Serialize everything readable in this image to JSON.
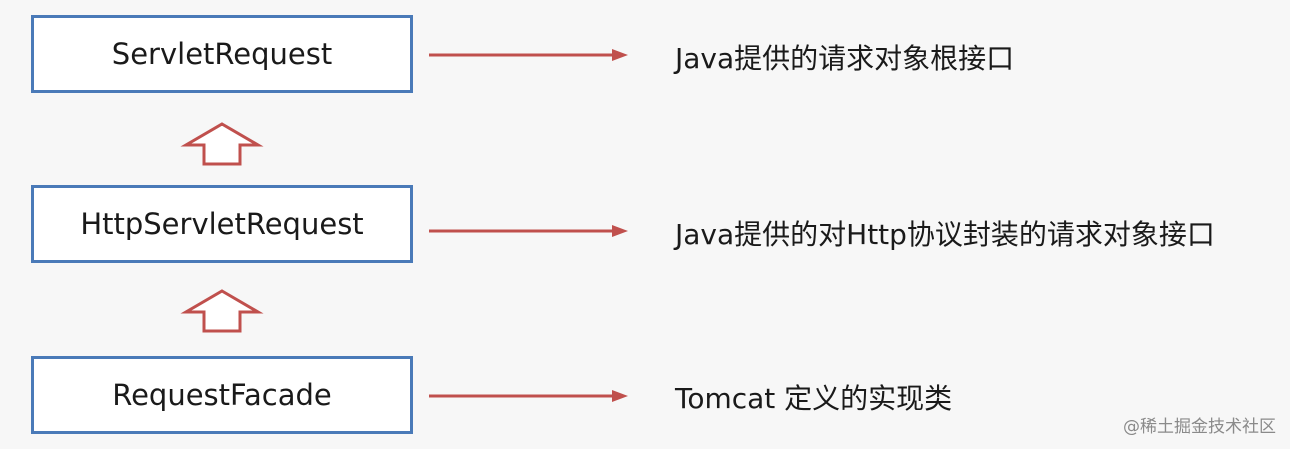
{
  "classes": [
    {
      "name": "ServletRequest",
      "description": "Java提供的请求对象根接口"
    },
    {
      "name": "HttpServletRequest",
      "description": "Java提供的对Http协议封装的请求对象接口"
    },
    {
      "name": "RequestFacade",
      "description": "Tomcat 定义的实现类"
    }
  ],
  "watermark": "@稀土掘金技术社区",
  "colors": {
    "box_border": "#4a7ab8",
    "arrow": "#c0504d"
  }
}
